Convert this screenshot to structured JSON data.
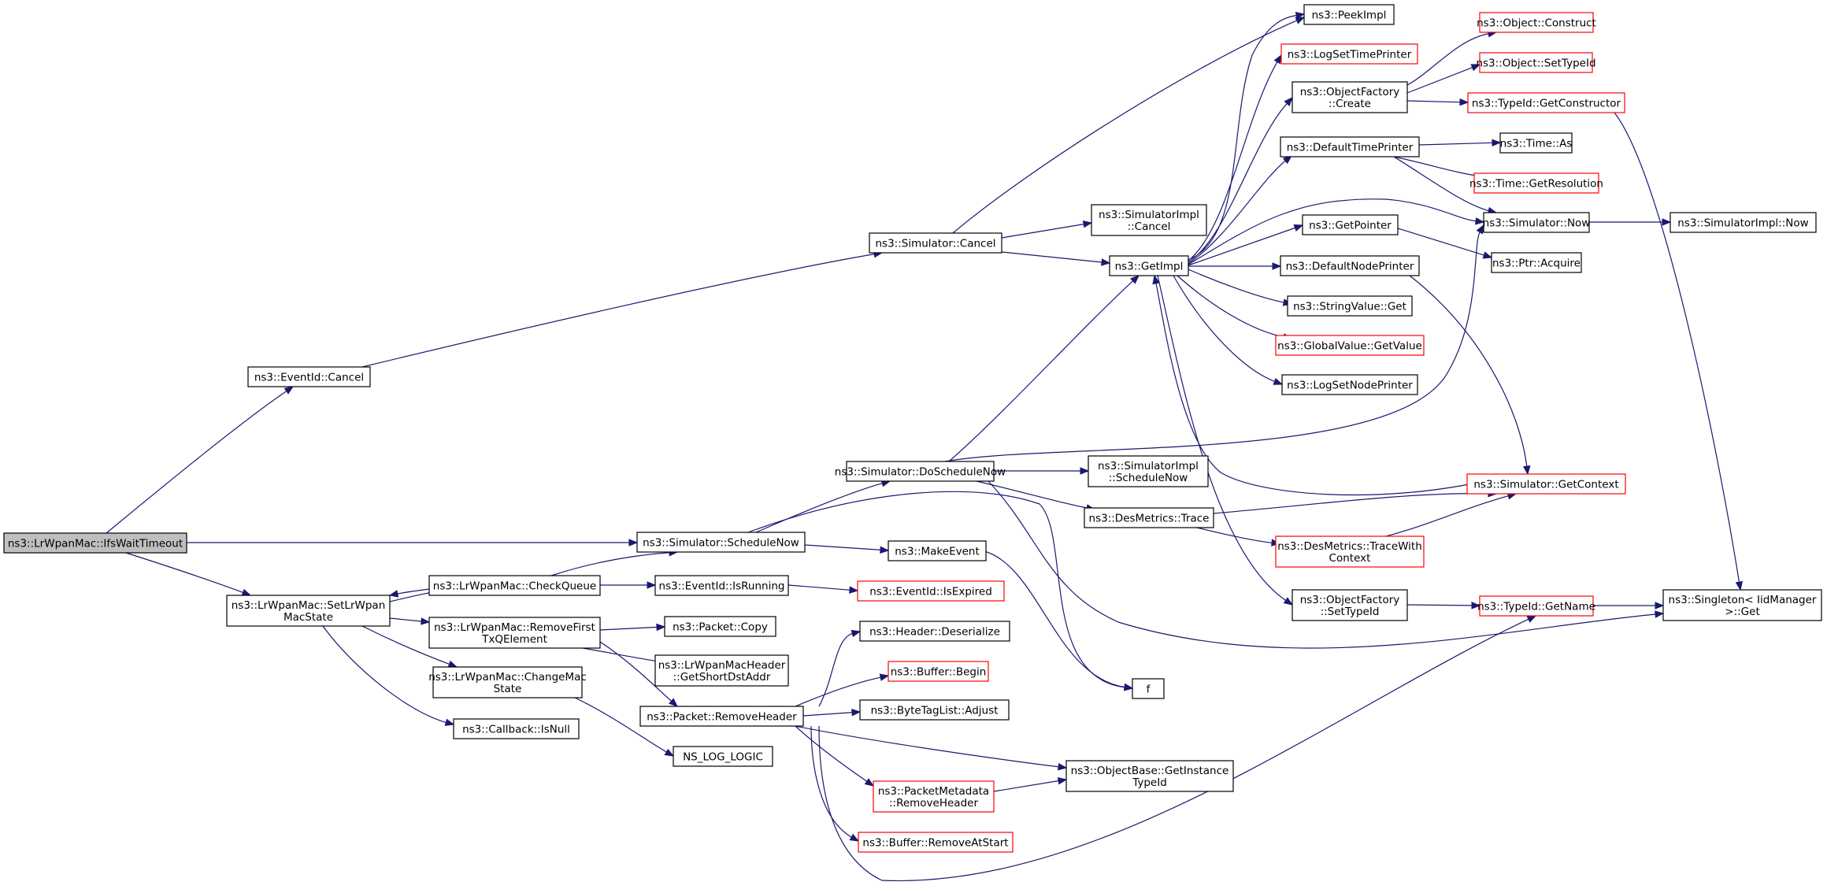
{
  "diagram": {
    "nodes": [
      {
        "id": "root",
        "lines": [
          "ns3::LrWpanMac::IfsWaitTimeout"
        ],
        "style": "root"
      },
      {
        "id": "eventid_cancel",
        "lines": [
          "ns3::EventId::Cancel"
        ]
      },
      {
        "id": "setstate",
        "lines": [
          "ns3::LrWpanMac::SetLrWpan",
          "MacState"
        ]
      },
      {
        "id": "sim_cancel",
        "lines": [
          "ns3::Simulator::Cancel"
        ]
      },
      {
        "id": "sched_now",
        "lines": [
          "ns3::Simulator::ScheduleNow"
        ]
      },
      {
        "id": "checkqueue",
        "lines": [
          "ns3::LrWpanMac::CheckQueue"
        ]
      },
      {
        "id": "removefirst",
        "lines": [
          "ns3::LrWpanMac::RemoveFirst",
          "TxQElement"
        ]
      },
      {
        "id": "changemac",
        "lines": [
          "ns3::LrWpanMac::ChangeMac",
          "State"
        ]
      },
      {
        "id": "cb_isnull",
        "lines": [
          "ns3::Callback::IsNull"
        ]
      },
      {
        "id": "do_sched",
        "lines": [
          "ns3::Simulator::DoScheduleNow"
        ]
      },
      {
        "id": "makeevent",
        "lines": [
          "ns3::MakeEvent"
        ]
      },
      {
        "id": "isrunning",
        "lines": [
          "ns3::EventId::IsRunning"
        ]
      },
      {
        "id": "pkt_copy",
        "lines": [
          "ns3::Packet::Copy"
        ]
      },
      {
        "id": "getshortdst",
        "lines": [
          "ns3::LrWpanMacHeader",
          "::GetShortDstAddr"
        ]
      },
      {
        "id": "removeheader",
        "lines": [
          "ns3::Packet::RemoveHeader"
        ]
      },
      {
        "id": "ns_log_logic",
        "lines": [
          "NS_LOG_LOGIC"
        ]
      },
      {
        "id": "simimpl_cancel",
        "lines": [
          "ns3::SimulatorImpl",
          "::Cancel"
        ]
      },
      {
        "id": "getimpl",
        "lines": [
          "ns3::GetImpl"
        ]
      },
      {
        "id": "simimpl_schednow",
        "lines": [
          "ns3::SimulatorImpl",
          "::ScheduleNow"
        ]
      },
      {
        "id": "desmetrics_trace",
        "lines": [
          "ns3::DesMetrics::Trace"
        ]
      },
      {
        "id": "isexpired",
        "lines": [
          "ns3::EventId::IsExpired"
        ],
        "style": "trunc"
      },
      {
        "id": "hdr_deser",
        "lines": [
          "ns3::Header::Deserialize"
        ]
      },
      {
        "id": "buf_begin",
        "lines": [
          "ns3::Buffer::Begin"
        ],
        "style": "trunc"
      },
      {
        "id": "bytetag_adjust",
        "lines": [
          "ns3::ByteTagList::Adjust"
        ]
      },
      {
        "id": "pktmeta_remove",
        "lines": [
          "ns3::PacketMetadata",
          "::RemoveHeader"
        ],
        "style": "trunc"
      },
      {
        "id": "buf_removeatstart",
        "lines": [
          "ns3::Buffer::RemoveAtStart"
        ],
        "style": "trunc"
      },
      {
        "id": "f",
        "lines": [
          "f"
        ]
      },
      {
        "id": "objbase_getinst",
        "lines": [
          "ns3::ObjectBase::GetInstance",
          "TypeId"
        ]
      },
      {
        "id": "peekimpl",
        "lines": [
          "ns3::PeekImpl"
        ]
      },
      {
        "id": "logsettimeprinter",
        "lines": [
          "ns3::LogSetTimePrinter"
        ],
        "style": "trunc"
      },
      {
        "id": "objfactory_create",
        "lines": [
          "ns3::ObjectFactory",
          "::Create"
        ]
      },
      {
        "id": "defaulttimeprinter",
        "lines": [
          "ns3::DefaultTimePrinter"
        ]
      },
      {
        "id": "getpointer",
        "lines": [
          "ns3::GetPointer"
        ]
      },
      {
        "id": "defaultnodeprinter",
        "lines": [
          "ns3::DefaultNodePrinter"
        ]
      },
      {
        "id": "stringvalue_get",
        "lines": [
          "ns3::StringValue::Get"
        ]
      },
      {
        "id": "globalvalue_getvalue",
        "lines": [
          "ns3::GlobalValue::GetValue"
        ],
        "style": "trunc"
      },
      {
        "id": "logsetnodeprinter",
        "lines": [
          "ns3::LogSetNodePrinter"
        ]
      },
      {
        "id": "desmetrics_tracewith",
        "lines": [
          "ns3::DesMetrics::TraceWith",
          "Context"
        ],
        "style": "trunc"
      },
      {
        "id": "objfactory_settypeid",
        "lines": [
          "ns3::ObjectFactory",
          "::SetTypeId"
        ]
      },
      {
        "id": "obj_construct",
        "lines": [
          "ns3::Object::Construct"
        ],
        "style": "trunc"
      },
      {
        "id": "obj_settypeid",
        "lines": [
          "ns3::Object::SetTypeId"
        ],
        "style": "trunc"
      },
      {
        "id": "typeid_getctor",
        "lines": [
          "ns3::TypeId::GetConstructor"
        ],
        "style": "trunc"
      },
      {
        "id": "time_as",
        "lines": [
          "ns3::Time::As"
        ]
      },
      {
        "id": "time_getres",
        "lines": [
          "ns3::Time::GetResolution"
        ],
        "style": "trunc"
      },
      {
        "id": "sim_now",
        "lines": [
          "ns3::Simulator::Now"
        ]
      },
      {
        "id": "ptr_acquire",
        "lines": [
          "ns3::Ptr::Acquire"
        ]
      },
      {
        "id": "sim_getcontext",
        "lines": [
          "ns3::Simulator::GetContext"
        ],
        "style": "trunc"
      },
      {
        "id": "typeid_getname",
        "lines": [
          "ns3::TypeId::GetName"
        ],
        "style": "trunc"
      },
      {
        "id": "simimpl_now",
        "lines": [
          "ns3::SimulatorImpl::Now"
        ]
      },
      {
        "id": "singleton_get",
        "lines": [
          "ns3::Singleton< IidManager",
          ">::Get"
        ]
      }
    ]
  }
}
